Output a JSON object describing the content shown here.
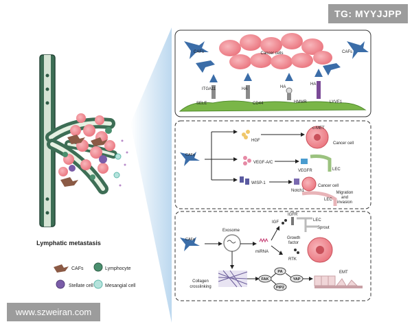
{
  "watermarks": {
    "tg": "TG: MYYJJPP",
    "site": "www.szweiran.com"
  },
  "left": {
    "title": "Lymphatic metastasis",
    "legend": [
      {
        "label": "CAFs",
        "icon": "caf-icon"
      },
      {
        "label": "Lymphocyte",
        "icon": "lymphocyte-icon"
      },
      {
        "label": "Stellate cell",
        "icon": "stellate-cell-icon"
      },
      {
        "label": "Mesangial cell",
        "icon": "mesangial-cell-icon"
      }
    ]
  },
  "panel1": {
    "cafs_left": "CAFs",
    "cafs_right": "CAFs",
    "cancer_cells": "Cancer cells",
    "receptors": [
      "ITGA11",
      "HA",
      "HA",
      "HA"
    ],
    "endothelial": [
      "SELE",
      "CD44",
      "HMMR",
      "LYVE1"
    ]
  },
  "panel2": {
    "cafs": "CAFs",
    "hgf": "HGF",
    "cmet": "c-MET",
    "cancer_cell_top": "Cancer cell",
    "vegf": "VEGF-A/C",
    "vegfr": "VEGFR",
    "lec_mid": "LEC",
    "wisp": "WISP-1",
    "notch": "Notch1",
    "cancer_cell_bottom": "Cancer cell",
    "migration": [
      "Migration",
      "and",
      "invasion"
    ],
    "lec_bottom": "LEC"
  },
  "panel3": {
    "cafs": "CAFs",
    "exosome": "Exosome",
    "mirna": "miRNA",
    "igf": "IGF",
    "igfr": "IGFR",
    "lec": "LEC",
    "sprout": "Sprout",
    "growth_factor": [
      "Growth",
      "factor"
    ],
    "rtk": "RTK",
    "collagen": [
      "Collagen",
      "crosslinking"
    ],
    "fak": "FAK",
    "pa": "PA",
    "pip2": "PIP2",
    "yap": "YAP",
    "emt": "EMT"
  },
  "colors": {
    "vessel": "#2f5c46",
    "cancer": "#f08d95",
    "caf": "#3b6da8",
    "endothelium": "#7ab648",
    "cone": "#cfe3f4",
    "watermark": "#9c9c9c"
  }
}
